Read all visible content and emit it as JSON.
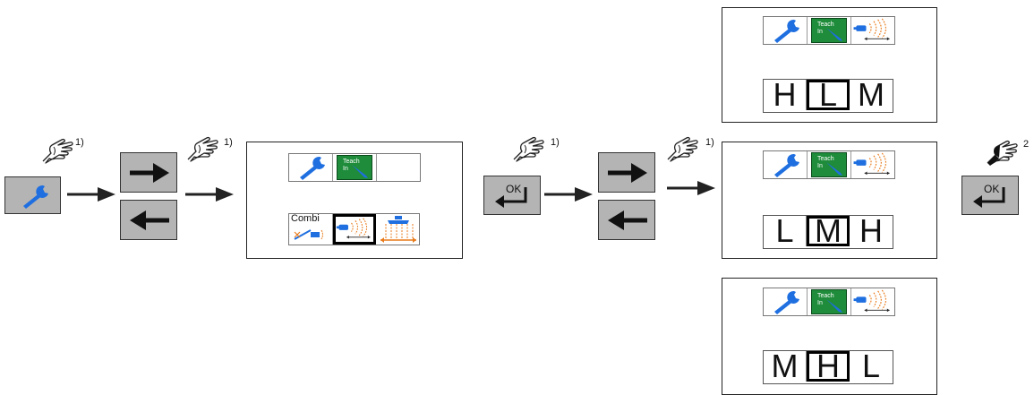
{
  "footnotes": {
    "one": "1)",
    "two": "2"
  },
  "ok_label": "OK",
  "icons": {
    "wrench": "wrench-icon",
    "teach_in": "teach-in-icon",
    "sensor": "distance-sensor-icon",
    "combi": "combi-icon",
    "boom": "boom-height-icon"
  },
  "teach_in_text": [
    "Teach",
    "In"
  ],
  "combi_text": "Combi",
  "height_menus": [
    {
      "letters": [
        "H",
        "L",
        "M"
      ],
      "selected": 1
    },
    {
      "letters": [
        "L",
        "M",
        "H"
      ],
      "selected": 1
    },
    {
      "letters": [
        "M",
        "H",
        "L"
      ],
      "selected": 1
    }
  ],
  "colors": {
    "button_gray": "#b4b4b4",
    "wrench_blue": "#1f6fe0",
    "teach_green": "#1e8c3a",
    "sensor_orange": "#e87a1a"
  }
}
